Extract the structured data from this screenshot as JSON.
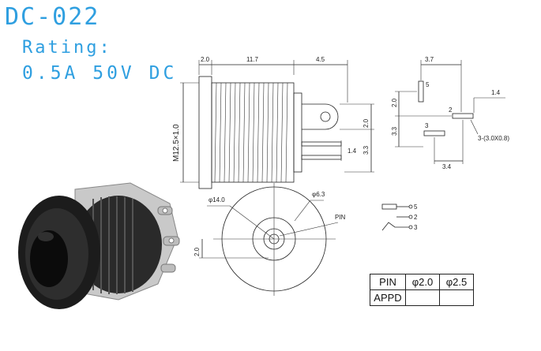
{
  "header": {
    "title": "DC-022",
    "rating_label": "Rating:",
    "rating_value": "0.5A 50V DC"
  },
  "side_view": {
    "dim_front": "2.0",
    "dim_body": "11.7",
    "dim_lug": "4.5",
    "thread_label": "M12.5×1.0",
    "dim_lug_height": "2.0",
    "dim_pin_offset": "3.3",
    "dim_pin_width": "1.4"
  },
  "footprint": {
    "dim_top": "3.7",
    "pin_top_label": "5",
    "dim_left_upper": "2.0",
    "dim_left_lower": "3.3",
    "pin_mid_label": "2",
    "pin_low_label": "3",
    "dim_right": "1.4",
    "slot_label": "3-(3.0X0.8)",
    "dim_bottom": "3.4"
  },
  "front_view": {
    "dim_outer": "φ14.0",
    "dim_inner": "φ6.3",
    "pin_label": "PIN",
    "dim_offset": "2.0"
  },
  "schematic": {
    "pin_5": "5",
    "pin_2": "2",
    "pin_3": "3"
  },
  "pin_table": {
    "header": [
      "PIN",
      "φ2.0",
      "φ2.5"
    ],
    "row_label": "APPD",
    "row_values": [
      "",
      ""
    ]
  }
}
